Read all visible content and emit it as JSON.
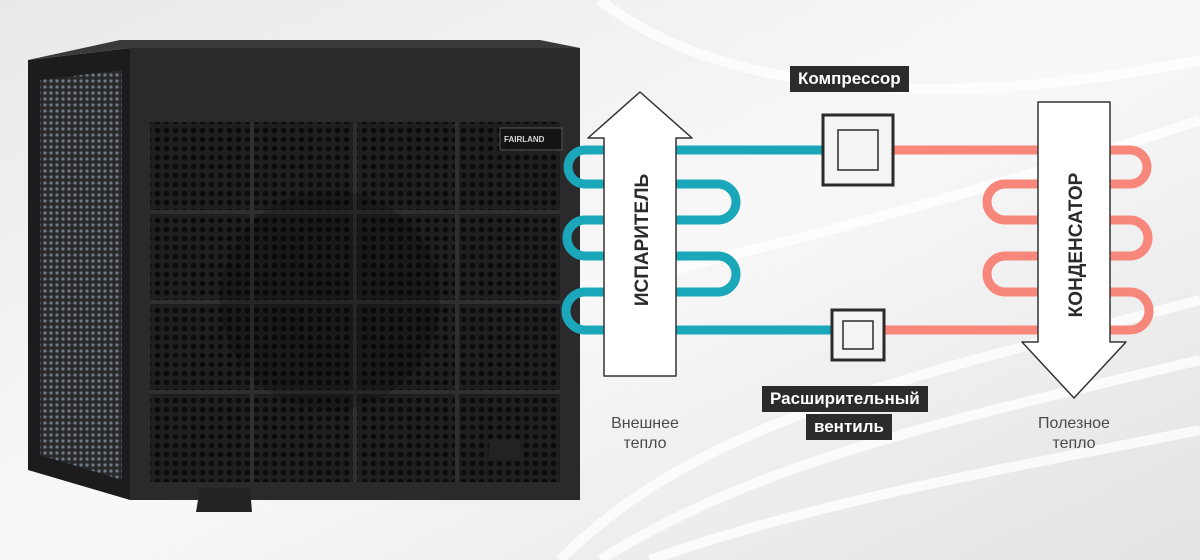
{
  "product": {
    "brand_logo": "FAIRLAND"
  },
  "labels": {
    "evaporator": "ИСПАРИТЕЛЬ",
    "condenser": "КОНДЕНСАТОР",
    "compressor": "Компрессор",
    "valve_line1": "Расширительный",
    "valve_line2": "вентиль",
    "outside_heat_line1": "Внешнее",
    "outside_heat_line2": "тепло",
    "useful_heat_line1": "Полезное",
    "useful_heat_line2": "тепло"
  },
  "colors": {
    "cold_pipe": "#1aa7b9",
    "hot_pipe": "#f7877a",
    "badge_bg": "#2b2b2b",
    "unit_body": "#2a2a2c"
  },
  "icons": {
    "compressor": "square-in-square-icon",
    "valve": "square-in-square-icon",
    "flow": "arrow-icon"
  }
}
